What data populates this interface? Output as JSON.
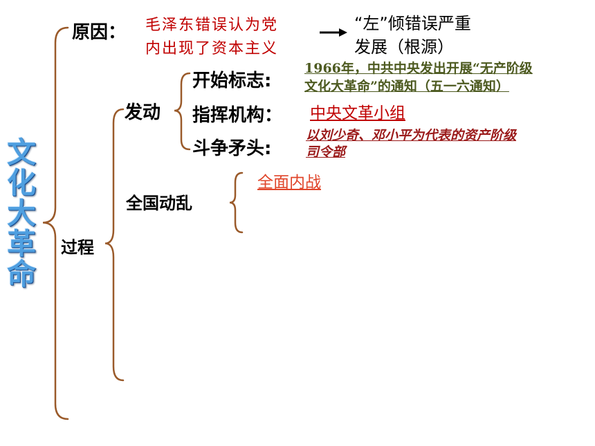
{
  "title_chars": [
    "文",
    "化",
    "大",
    "革",
    "命"
  ],
  "cause": {
    "label": "原因：",
    "text_line1": "毛泽东错误认为党",
    "text_line2": "内出现了资本主义",
    "result_line1": "“左”倾错误严重",
    "result_line2": "发展（根源）"
  },
  "process": {
    "label": "过程",
    "launch": {
      "label": "发动",
      "start_sign": {
        "label": "开始标志:",
        "text_line1": "1966年，中共中央发出开展“无产阶级",
        "text_line2": "文化大革命”的通知（五一六通知）"
      },
      "command": {
        "label": "指挥机构：",
        "text": "中央文革小组"
      },
      "target": {
        "label": "斗争矛头:",
        "text_line1": "以刘少奇、邓小平为代表的资产阶级",
        "text_line2": "司令部"
      }
    },
    "chaos": {
      "label": "全国动乱",
      "item1": "全面内战"
    }
  }
}
